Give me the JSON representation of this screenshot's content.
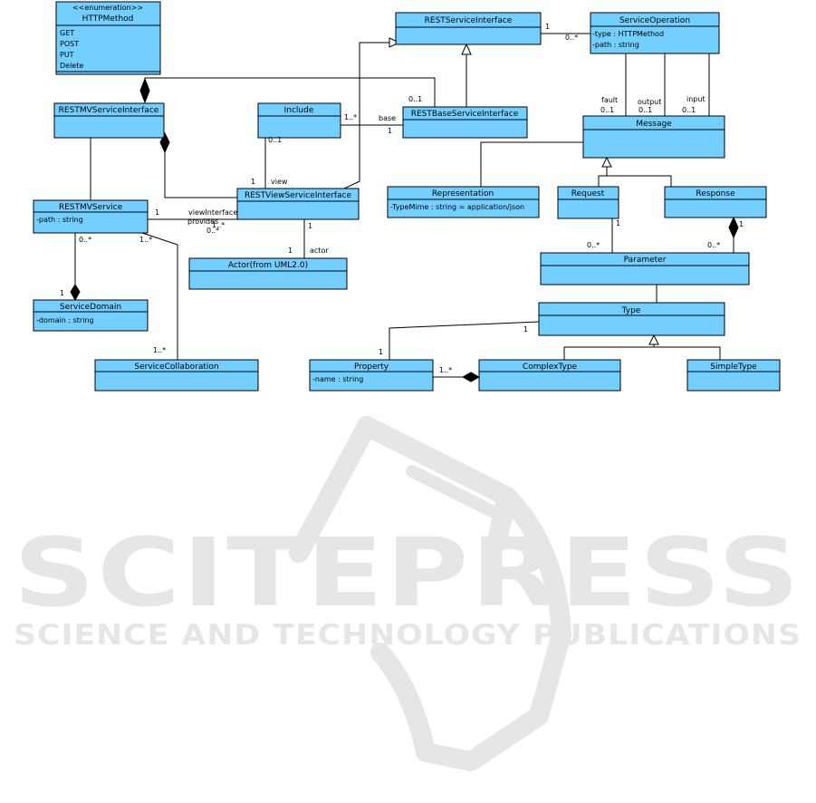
{
  "watermark": {
    "title": "SCITEPRESS",
    "subtitle": "SCIENCE AND TECHNOLOGY PUBLICATIONS"
  },
  "colors": {
    "box_fill": "#73CFFF",
    "line": "#000000",
    "watermark": "#E6E6E6"
  },
  "classes": {
    "httpmethod": {
      "stereotype": "<<enumeration>>",
      "name": "HTTPMethod",
      "values": [
        "GET",
        "POST",
        "PUT",
        "Delete"
      ]
    },
    "restserviceinterface": {
      "name": "RESTServiceInterface"
    },
    "serviceoperation": {
      "name": "ServiceOperation",
      "attrs": [
        "-type : HTTPMethod",
        "-path : string"
      ]
    },
    "restmvserviceinterface": {
      "name": "RESTMVServiceInterface"
    },
    "include": {
      "name": "Include"
    },
    "restbaseserviceinterface": {
      "name": "RESTBaseServiceInterface"
    },
    "message": {
      "name": "Message"
    },
    "restmvservice": {
      "name": "RESTMVService",
      "attrs": [
        "-path : string"
      ]
    },
    "restviewserviceinterface": {
      "name": "RESTViewServiceInterface"
    },
    "representation": {
      "name": "Representation",
      "attrs": [
        "-TypeMime : string = application/json"
      ]
    },
    "request": {
      "name": "Request"
    },
    "response": {
      "name": "Response"
    },
    "actor": {
      "name": "Actor(from UML2.0)"
    },
    "parameter": {
      "name": "Parameter"
    },
    "servicedomain": {
      "name": "ServiceDomain",
      "attrs": [
        "-domain : string"
      ]
    },
    "type": {
      "name": "Type"
    },
    "servicecollaboration": {
      "name": "ServiceCollaboration"
    },
    "property": {
      "name": "Property",
      "attrs": [
        "-name : string"
      ]
    },
    "complextype": {
      "name": "ComplexType"
    },
    "simpletype": {
      "name": "SimpleType"
    }
  },
  "labels": {
    "rsi_so_1": "1",
    "rsi_so_many": "0..*",
    "fault": "fault",
    "fault_mult": "0..1",
    "output": "output",
    "output_mult": "0..1",
    "input": "input",
    "input_mult": "0..1",
    "base_01": "0..1",
    "include_many": "1..*",
    "base": "base",
    "base_1": "1",
    "include_01": "0..1",
    "view_1": "1",
    "view": "view",
    "mvs_1": "1",
    "viewinterface": "viewInterface",
    "provides": "provides",
    "provides_many1": "1..*",
    "provides_many0": "0..*",
    "rvsi_1": "1",
    "actor_1": "1",
    "actor": "actor",
    "mvs_domain_many": "0..*",
    "domain_1": "1",
    "mvs_collab_many": "1..*",
    "collab_many": "1..*",
    "request_1": "1",
    "param_req_many": "0..*",
    "param_resp_many": "0..*",
    "response_1": "1",
    "type_1": "1",
    "property_1": "1",
    "property_many": "1..*"
  }
}
